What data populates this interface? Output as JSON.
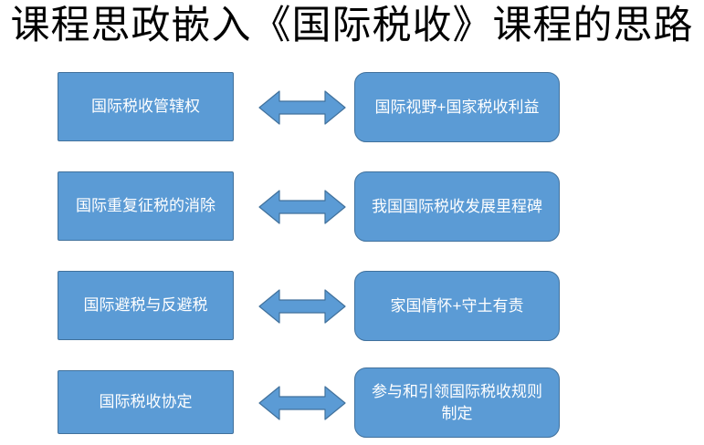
{
  "title": "课程思政嵌入《国际税收》课程的思路",
  "colors": {
    "box_fill": "#5b9bd5",
    "box_border": "#41719c",
    "box_text": "#ffffff",
    "title_color": "#000000"
  },
  "rows": [
    {
      "left": "国际税收管辖权",
      "right": "国际视野+国家税收利益"
    },
    {
      "left": "国际重复征税的消除",
      "right": "我国国际税收发展里程碑"
    },
    {
      "left": "国际避税与反避税",
      "right": "家国情怀+守土有责"
    },
    {
      "left": "国际税收协定",
      "right": "参与和引领国际税收规则制定"
    }
  ]
}
